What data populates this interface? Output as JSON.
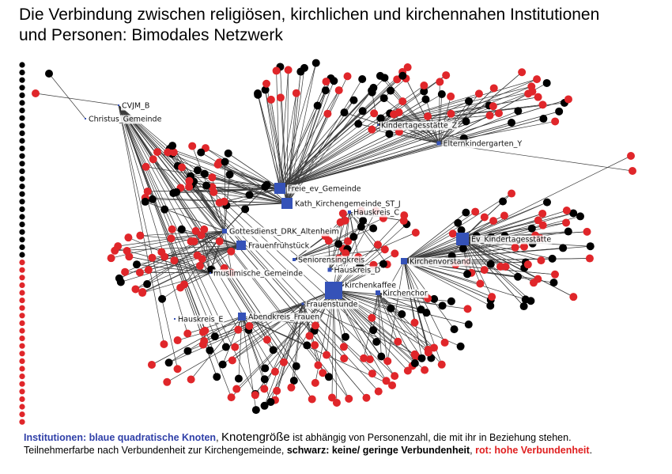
{
  "title_line1": "Die Verbindung zwischen religiösen, kirchlichen und kirchennahen Institutionen",
  "title_line2": "und Personen: Bimodales Netzwerk",
  "colors": {
    "institution": "#3552b8",
    "high": "#e0262a",
    "low": "#000000",
    "edge": "#3a3a3a"
  },
  "institutions": [
    {
      "label": "CVJM_B",
      "size": 2
    },
    {
      "label": "Christus_Gemeinde",
      "size": 2
    },
    {
      "label": "Kindertagesstätte_Z",
      "size": 2
    },
    {
      "label": "Elternkindergarten_Y",
      "size": 5
    },
    {
      "label": "Freie_ev_Gemeinde",
      "size": 14
    },
    {
      "label": "Kath_Kirchengemeinde_ST_J",
      "size": 14
    },
    {
      "label": "Hauskreis_C",
      "size": 4
    },
    {
      "label": "Gottesdienst_DRK_Altenheim",
      "size": 6
    },
    {
      "label": "Frauenfrühstück",
      "size": 12
    },
    {
      "label": "Ev_Kindertagesstätte",
      "size": 16
    },
    {
      "label": "Seniorensingkreis",
      "size": 4
    },
    {
      "label": "Kirchenvorstand",
      "size": 8
    },
    {
      "label": "Hauskreis_D",
      "size": 5
    },
    {
      "label": "muslimische_Gemeinde",
      "size": 2
    },
    {
      "label": "Kirchenkaffee",
      "size": 22
    },
    {
      "label": "Kirchenchor",
      "size": 6
    },
    {
      "label": "Frauenstunde",
      "size": 3
    },
    {
      "label": "Abendkreis_Frauen",
      "size": 10
    },
    {
      "label": "Hauskreis_E",
      "size": 2
    }
  ],
  "caption": {
    "part1": "Institutionen: blaue quadratische Knoten",
    "part2": ", ",
    "part3": "Knotengröße",
    "part4": " ist abhängig von Personenzahl, die mit ihr in Beziehung stehen.",
    "part5": "Teilnehmerfarbe nach Verbundenheit zur Kirchengemeinde, ",
    "part6": "schwarz: keine/ geringe Verbundenheit",
    "part7": ", ",
    "part8": "rot: hohe Verbundenheit",
    "part9": "."
  }
}
